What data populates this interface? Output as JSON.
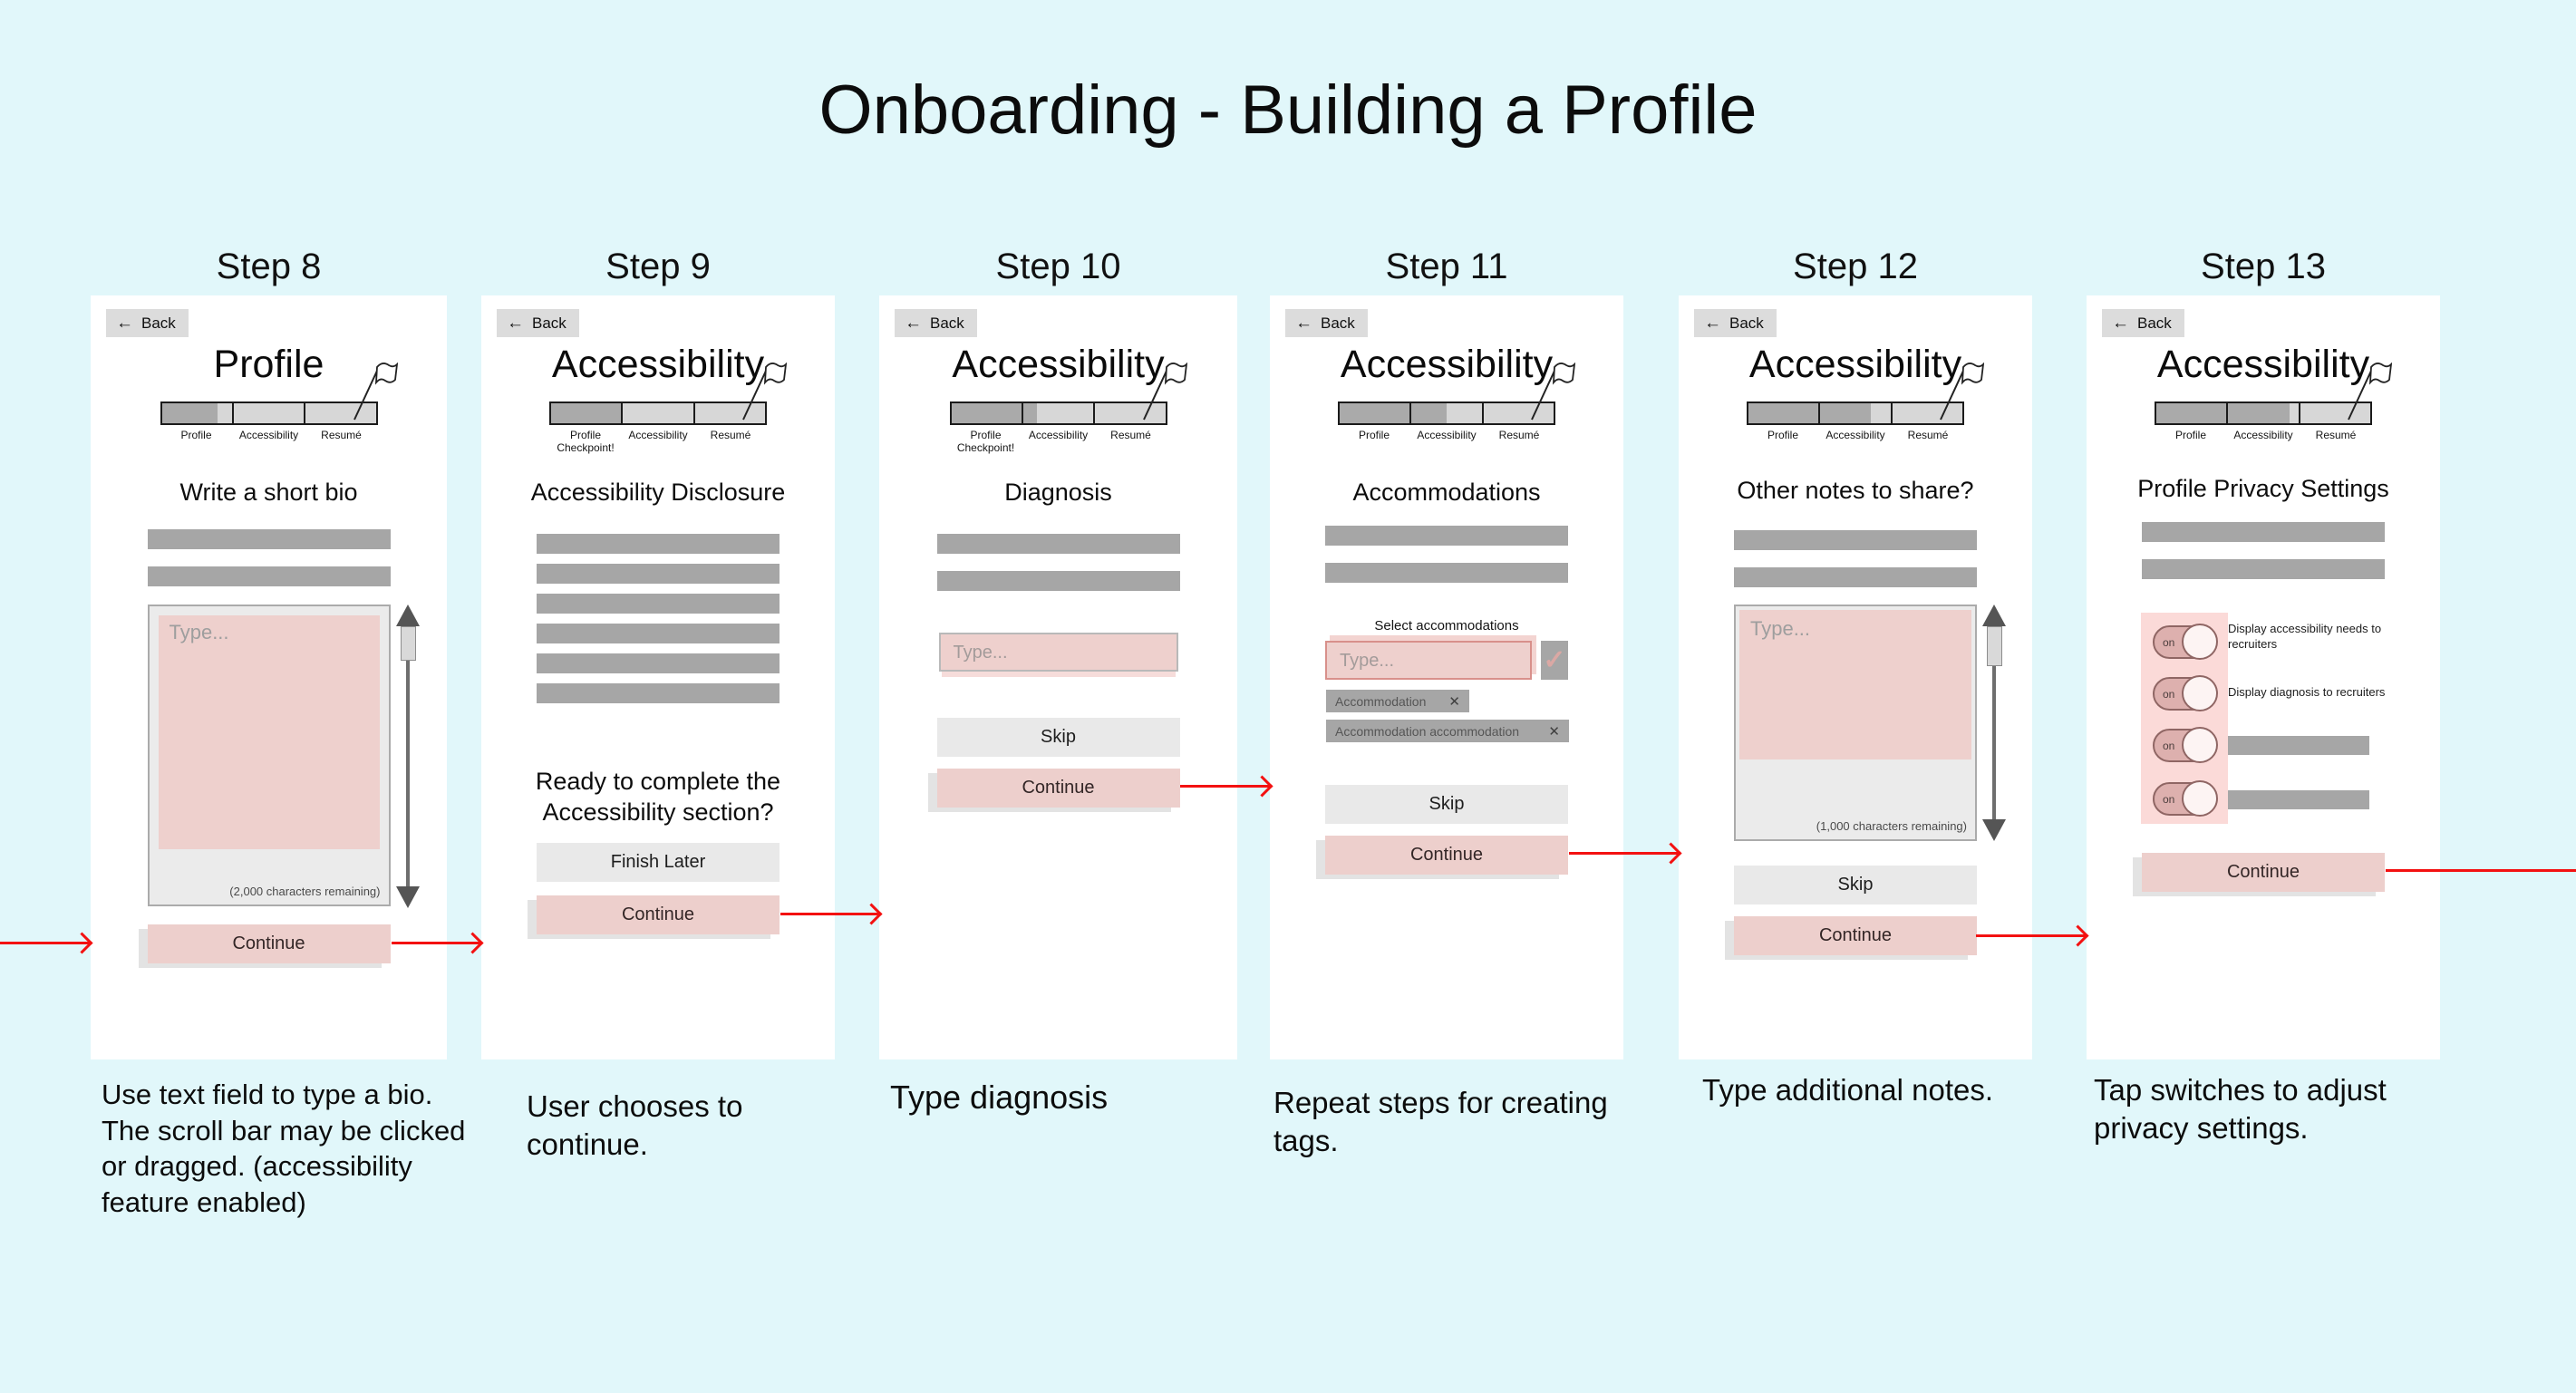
{
  "title": "Onboarding - Building a Profile",
  "icons": {
    "back_arrow": "←",
    "close": "✕",
    "check": "✓"
  },
  "colors": {
    "background": "#e1f7fa",
    "card": "#ffffff",
    "accent_pink": "#edcfcc",
    "panel_pink": "#fbdad8",
    "gray_bar": "#a6a6a6",
    "button_gray": "#e9e9e9",
    "arrow_red": "#f31111"
  },
  "steps": [
    {
      "label": "Step 8",
      "back": "Back",
      "title": "Profile",
      "progress": {
        "labels": [
          "Profile",
          "Accessibility",
          "Resumé"
        ],
        "fills": [
          0.79,
          0,
          0
        ]
      },
      "heading": "Write a short bio",
      "bio_field": {
        "placeholder": "Type...",
        "counter": "(2,000 characters remaining)"
      },
      "continue_label": "Continue",
      "caption": "Use text field to type a bio. The scroll bar may be clicked or dragged. (accessibility feature enabled)"
    },
    {
      "label": "Step 9",
      "back": "Back",
      "title": "Accessibility",
      "progress": {
        "labels": [
          "Profile Checkpoint!",
          "Accessibility",
          "Resumé"
        ],
        "fills": [
          1,
          0,
          0
        ]
      },
      "heading": "Accessibility Disclosure",
      "question": "Ready to complete the Accessibility section?",
      "finish_later_label": "Finish Later",
      "continue_label": "Continue",
      "caption": "User chooses to continue."
    },
    {
      "label": "Step 10",
      "back": "Back",
      "title": "Accessibility",
      "progress": {
        "labels": [
          "Profile Checkpoint!",
          "Accessibility",
          "Resumé"
        ],
        "fills": [
          1,
          0.2,
          0
        ]
      },
      "heading": "Diagnosis",
      "field": {
        "placeholder": "Type..."
      },
      "skip_label": "Skip",
      "continue_label": "Continue",
      "caption": "Type diagnosis"
    },
    {
      "label": "Step 11",
      "back": "Back",
      "title": "Accessibility",
      "progress": {
        "labels": [
          "Profile",
          "Accessibility",
          "Resumé"
        ],
        "fills": [
          1,
          0.5,
          0
        ]
      },
      "heading": "Accommodations",
      "select_label": "Select accommodations",
      "field": {
        "placeholder": "Type..."
      },
      "tags": [
        "Accommodation",
        "Accommodation accommodation"
      ],
      "skip_label": "Skip",
      "continue_label": "Continue",
      "caption": "Repeat steps for creating tags."
    },
    {
      "label": "Step 12",
      "back": "Back",
      "title": "Accessibility",
      "progress": {
        "labels": [
          "Profile",
          "Accessibility",
          "Resumé"
        ],
        "fills": [
          1,
          0.72,
          0
        ]
      },
      "heading": "Other notes to share?",
      "notes_field": {
        "placeholder": "Type...",
        "counter": "(1,000 characters remaining)"
      },
      "skip_label": "Skip",
      "continue_label": "Continue",
      "caption": "Type additional notes."
    },
    {
      "label": "Step 13",
      "back": "Back",
      "title": "Accessibility",
      "progress": {
        "labels": [
          "Profile",
          "Accessibility",
          "Resumé"
        ],
        "fills": [
          1,
          0.88,
          0
        ]
      },
      "heading": "Profile Privacy Settings",
      "switches": [
        {
          "state": "on",
          "label": "Display accessibility needs to recruiters"
        },
        {
          "state": "on",
          "label": "Display diagnosis to recruiters"
        },
        {
          "state": "on",
          "label": ""
        },
        {
          "state": "on",
          "label": ""
        }
      ],
      "continue_label": "Continue",
      "caption": "Tap switches to adjust privacy settings."
    }
  ]
}
